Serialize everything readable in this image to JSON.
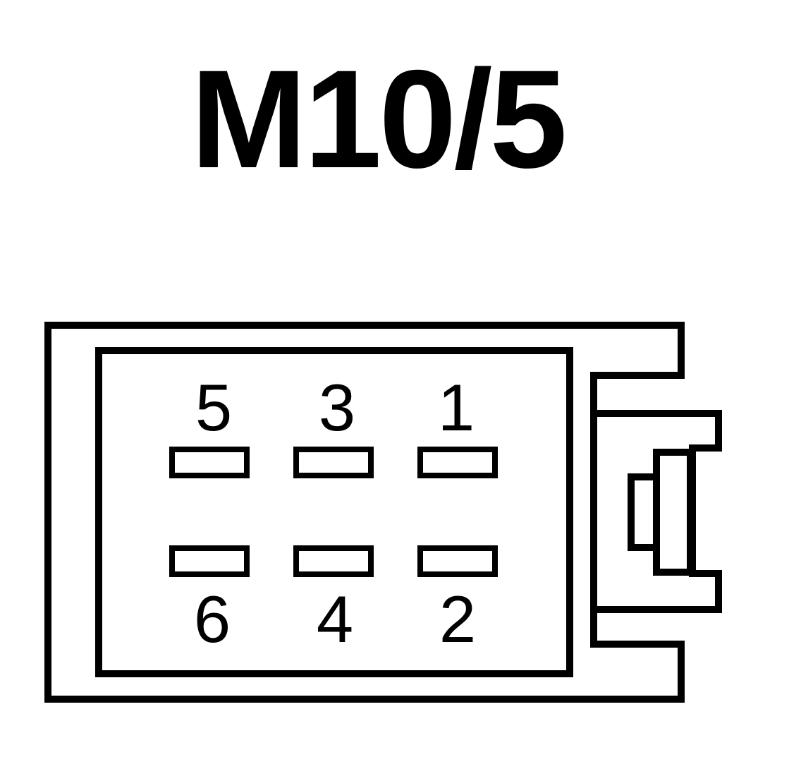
{
  "title": "M10/5",
  "pins": {
    "top_row": [
      "5",
      "3",
      "1"
    ],
    "bottom_row": [
      "6",
      "4",
      "2"
    ]
  },
  "colors": {
    "stroke": "#000000",
    "background": "#ffffff"
  }
}
